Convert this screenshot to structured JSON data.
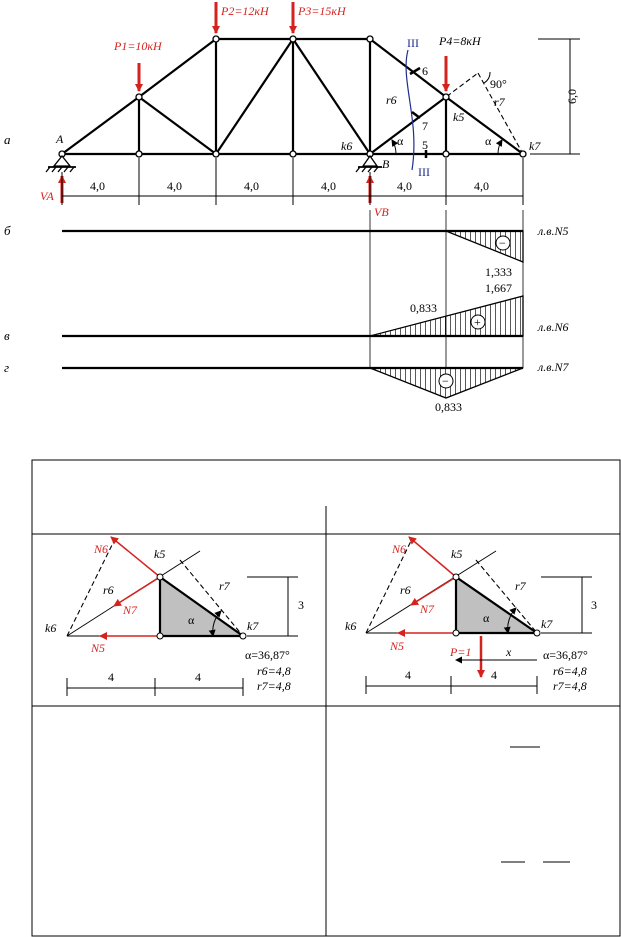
{
  "truss": {
    "row_label": "а",
    "loads": {
      "p1": "P1=10кН",
      "p2": "P2=12кН",
      "p3": "P3=15кН",
      "p4": "P4=8кН"
    },
    "nodes": {
      "a": "A",
      "b": "B",
      "k5": "k5",
      "k6": "k6",
      "k7": "k7"
    },
    "members": {
      "m5": "5",
      "m6": "6",
      "m7": "7"
    },
    "section": {
      "top": "III",
      "bottom": "III"
    },
    "radii": {
      "r6": "r6",
      "r7": "r7"
    },
    "angles": {
      "alpha1": "α",
      "alpha2": "α",
      "right": "90°"
    },
    "reactions": {
      "va": "VA",
      "vb": "VB"
    },
    "height": "6,0",
    "spans": [
      "4,0",
      "4,0",
      "4,0",
      "4,0",
      "4,0",
      "4,0"
    ]
  },
  "influence_lines": [
    {
      "row": "б",
      "label": "л.в.N5",
      "sign": "−",
      "values": [
        "1,333"
      ]
    },
    {
      "row": "в",
      "label": "л.в.N6",
      "sign": "+",
      "values": [
        "0,833",
        "1,667"
      ]
    },
    {
      "row": "г",
      "label": "л.в.N7",
      "sign": "−",
      "values": [
        "0,833"
      ]
    }
  ],
  "panels": [
    {
      "k5": "k5",
      "k6": "k6",
      "k7": "k7",
      "forces": {
        "n6": "N6",
        "n7": "N7",
        "n5": "N5"
      },
      "r6": "r6",
      "r7": "r7",
      "alpha": "α",
      "height": "3",
      "dims": [
        "4",
        "4"
      ],
      "params": [
        "α=36,87°",
        "r6=4,8",
        "r7=4,8"
      ]
    },
    {
      "k5": "k5",
      "k6": "k6",
      "k7": "k7",
      "forces": {
        "n6": "N6",
        "n7": "N7",
        "n5": "N5"
      },
      "r6": "r6",
      "r7": "r7",
      "alpha": "α",
      "height": "3",
      "dims": [
        "4",
        "4"
      ],
      "load": "P=1",
      "x": "x",
      "params": [
        "α=36,87°",
        "r6=4,8",
        "r7=4,8"
      ]
    }
  ],
  "colors": {
    "load": "#d4231f",
    "section": "#1e2d8c",
    "ink": "#000000",
    "fill": "#c0c0c0"
  }
}
